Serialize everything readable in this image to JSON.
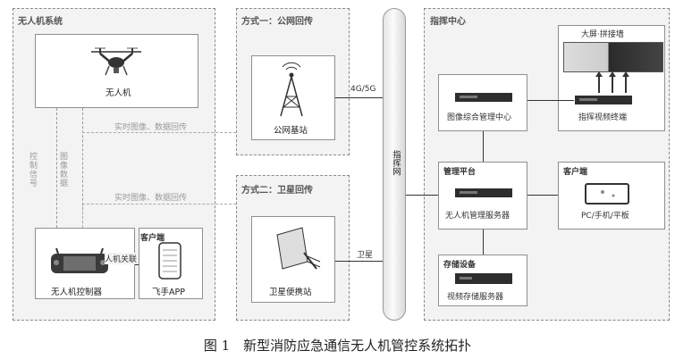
{
  "panels": {
    "uav_system": "无人机系统",
    "public_net": "方式一：公网回传",
    "satellite": "方式二：卫星回传",
    "command_center": "指挥中心"
  },
  "nodes": {
    "drone": "无人机",
    "remote_controller": "无人机控制器",
    "client_app_title": "客户端",
    "app": "飞手APP",
    "base_station": "公网基站",
    "satellite_terminal": "卫星便携站",
    "video_wall_title": "大屏·拼接墙",
    "video_decoder": "指挥视频终端",
    "video_mgmt_center": "图像综合管理中心",
    "mgmt_platform_title": "管理平台",
    "uav_mgmt_server": "无人机管理服务器",
    "client_title": "客户端",
    "pc_tablet": "PC/手机/平板",
    "storage_title": "存储设备",
    "video_storage_server": "视频存储服务器"
  },
  "links": {
    "realtime_top": "实时图像、数据回传",
    "realtime_bottom": "实时图像、数据回传",
    "control_signal": "控制信号",
    "image_data": "图像数据",
    "uav_link": "人机关联",
    "net_4g5g": "4G/5G",
    "sat_link": "卫星",
    "command_net": "指挥网"
  },
  "caption": "图 1　新型消防应急通信无人机管控系统拓扑"
}
